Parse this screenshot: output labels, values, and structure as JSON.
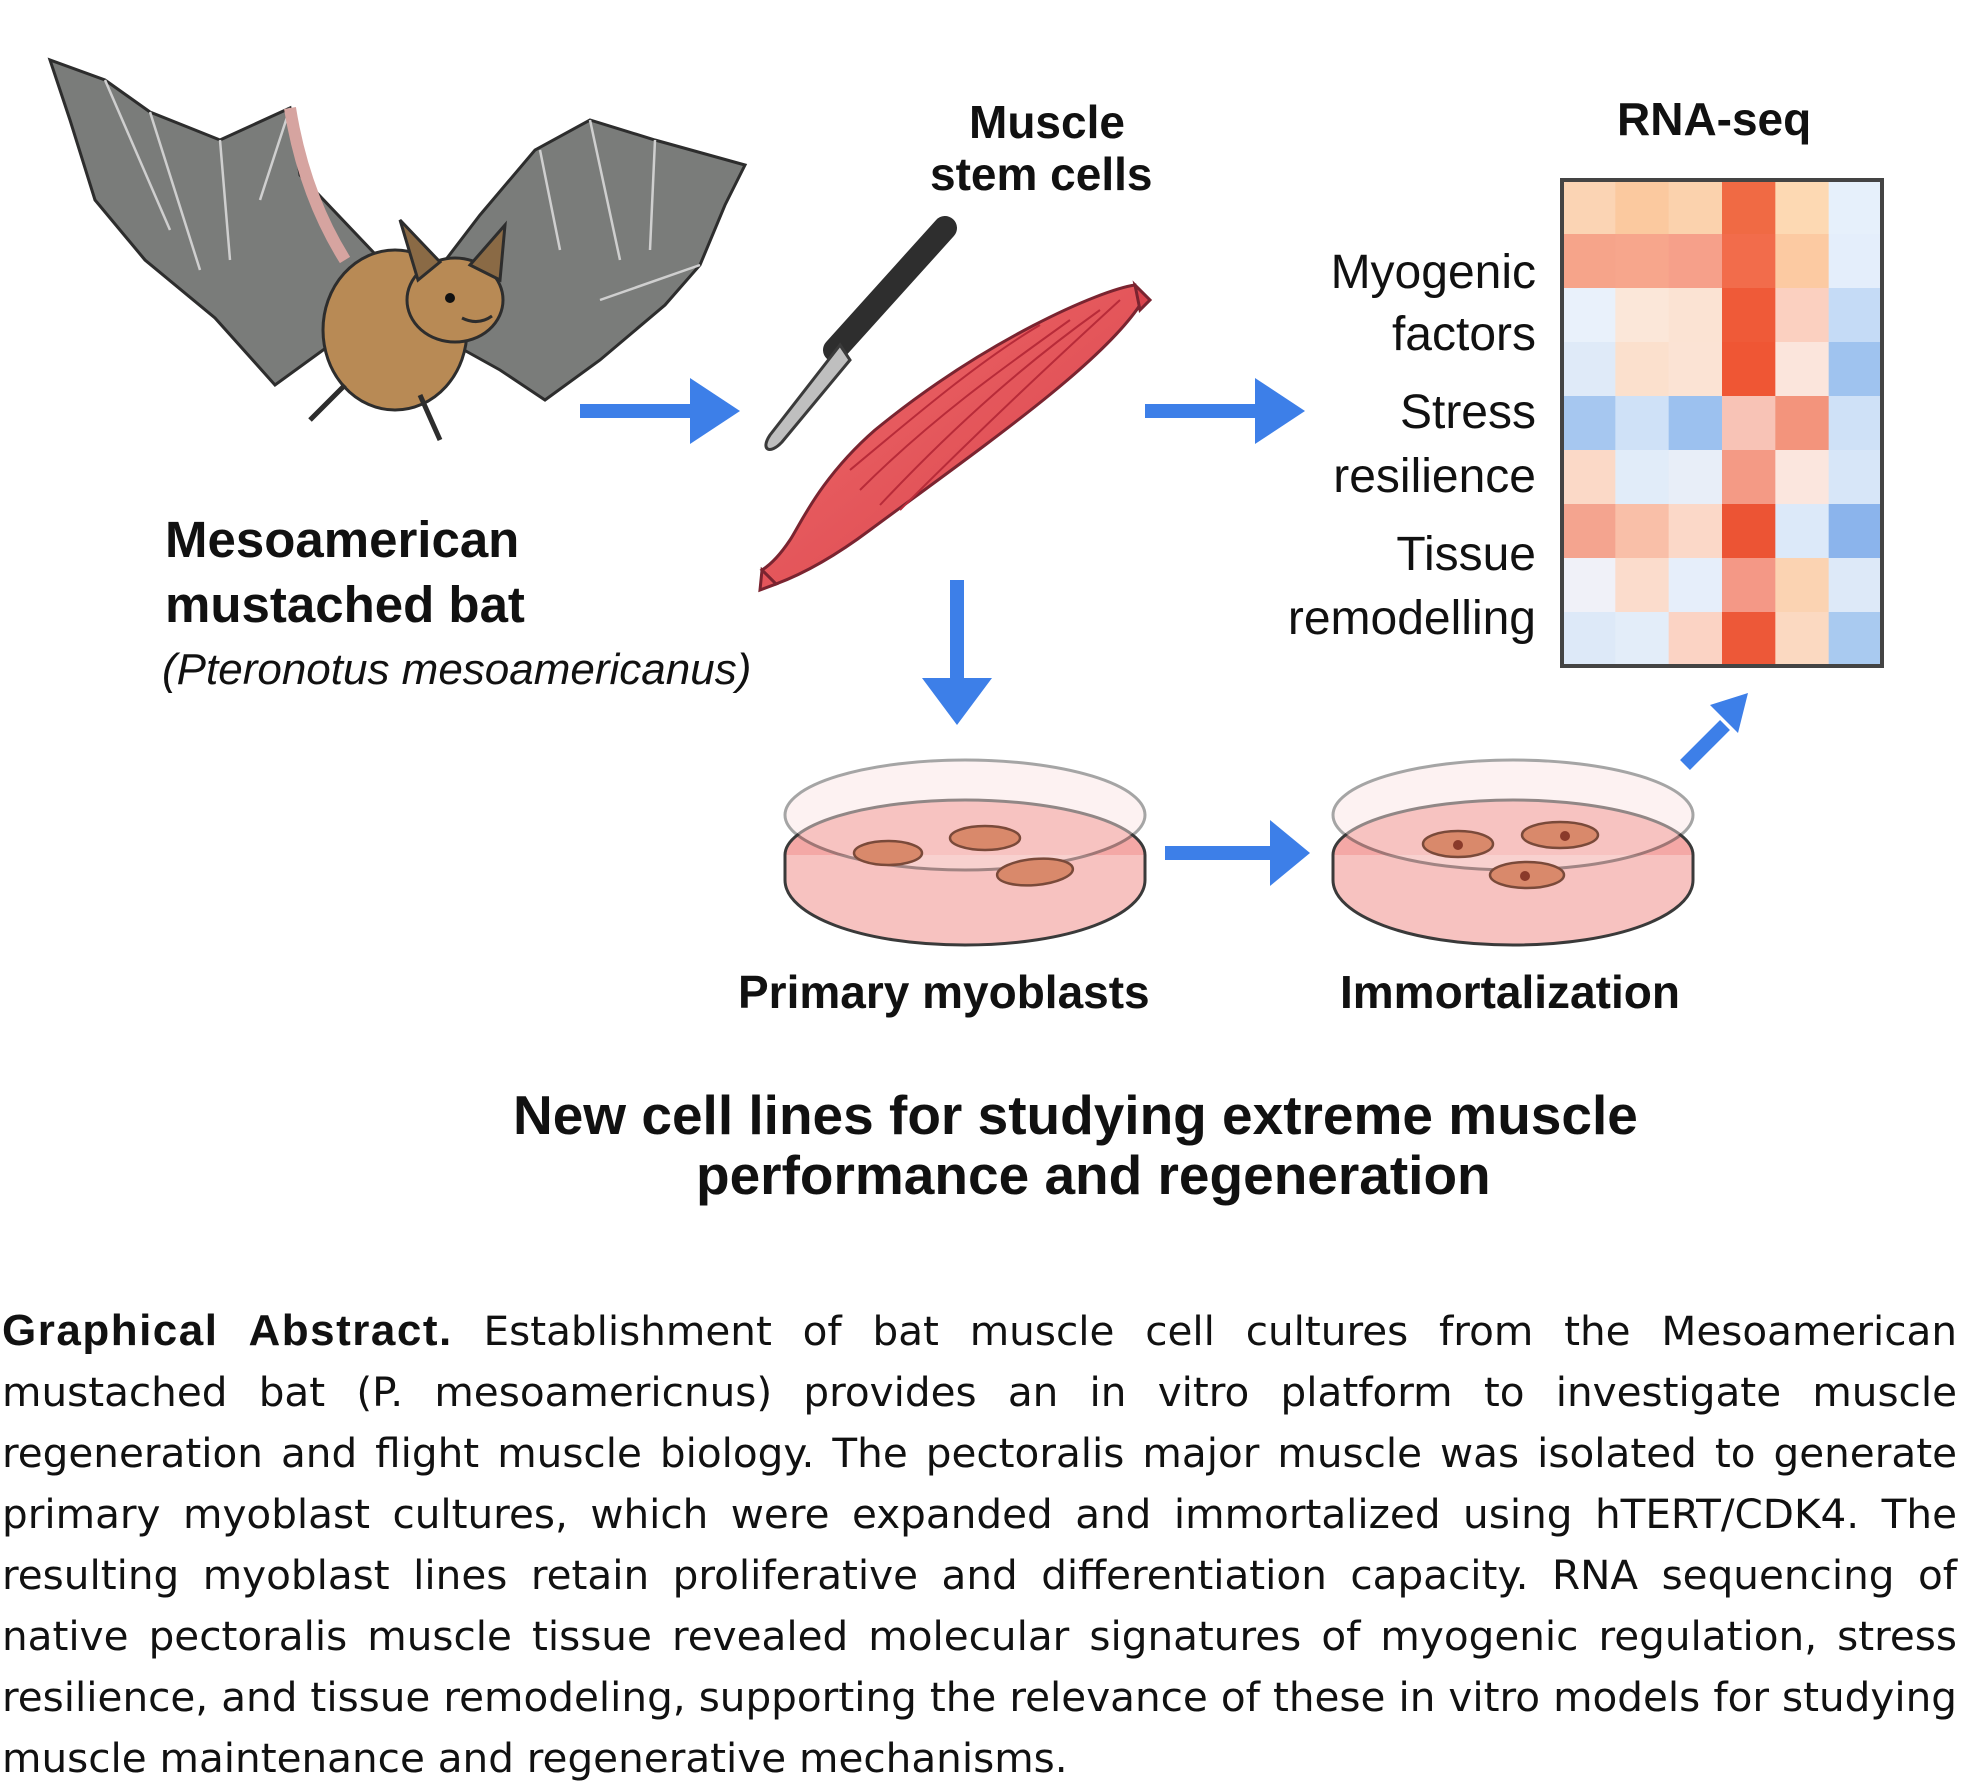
{
  "bat": {
    "common_name_line1": "Mesoamerican",
    "common_name_line2": "mustached bat",
    "scientific_name": "(Pteronotus mesoamericanus)"
  },
  "muscle": {
    "title_line1": "Muscle",
    "title_line2": "stem cells"
  },
  "rnaseq": {
    "title": "RNA-seq",
    "row_labels": [
      "Myogenic",
      "factors",
      "Stress",
      "resilience",
      "Tissue",
      "remodelling"
    ],
    "heatmap_colors": [
      [
        "#fbd4b4",
        "#fbc99f",
        "#fbd2ad",
        "#f06a44",
        "#fdd9b3",
        "#e6f0fb"
      ],
      [
        "#f6a48a",
        "#f7a68c",
        "#f6a08a",
        "#f26c4b",
        "#fccaa2",
        "#e4eefb"
      ],
      [
        "#e9f1fb",
        "#fbe7d9",
        "#fbe3d3",
        "#ef5a38",
        "#fbd0c0",
        "#c5dbf6"
      ],
      [
        "#dfeaf8",
        "#fbe0cd",
        "#fbe3d4",
        "#ef5634",
        "#fbe5dc",
        "#9fc3ef"
      ],
      [
        "#a6c7f0",
        "#cfe1f7",
        "#9cc1ef",
        "#f8c3b6",
        "#f3947c",
        "#cfe1f7"
      ],
      [
        "#fbd9c7",
        "#e1ecf9",
        "#e8eef8",
        "#f49a85",
        "#fbe6de",
        "#d7e6f8"
      ],
      [
        "#f4a48f",
        "#f9bfa8",
        "#fbd8c8",
        "#ec5434",
        "#dce9f9",
        "#8bb4ec"
      ],
      [
        "#f0f1f8",
        "#fbdccc",
        "#e6eefa",
        "#f49886",
        "#fbd3b2",
        "#dde9f8"
      ],
      [
        "#dde9f8",
        "#e3edf9",
        "#fbd3c4",
        "#ed5838",
        "#fbd9c1",
        "#a9caf0"
      ]
    ]
  },
  "culture": {
    "primary_label": "Primary myoblasts",
    "immortal_label": "Immortalization"
  },
  "headline": {
    "line1": "New cell lines for studying extreme muscle",
    "line2": "performance and regeneration"
  },
  "caption": {
    "title": "Graphical Abstract.",
    "body": "Establishment of bat muscle cell cultures from the Mesoamerican mustached bat (P. mesoamericnus) provides an in vitro platform to investigate muscle regeneration and flight muscle biology. The pectoralis major muscle was isolated to generate primary myoblast cultures, which were expanded and immortalized using hTERT/CDK4. The resulting myoblast lines retain proliferative and differentiation capacity. RNA sequencing of native pectoralis muscle tissue revealed molecular signatures of myogenic regulation, stress resilience, and tissue remodeling, supporting the relevance of these in vitro models for studying muscle maintenance and regenerative mechanisms."
  },
  "colors": {
    "arrow": "#3d7fe8",
    "muscle": "#e4545a",
    "dish_medium": "#f4a8a6",
    "bat_wing": "#7a7c7a",
    "bat_fur": "#b88a55"
  }
}
